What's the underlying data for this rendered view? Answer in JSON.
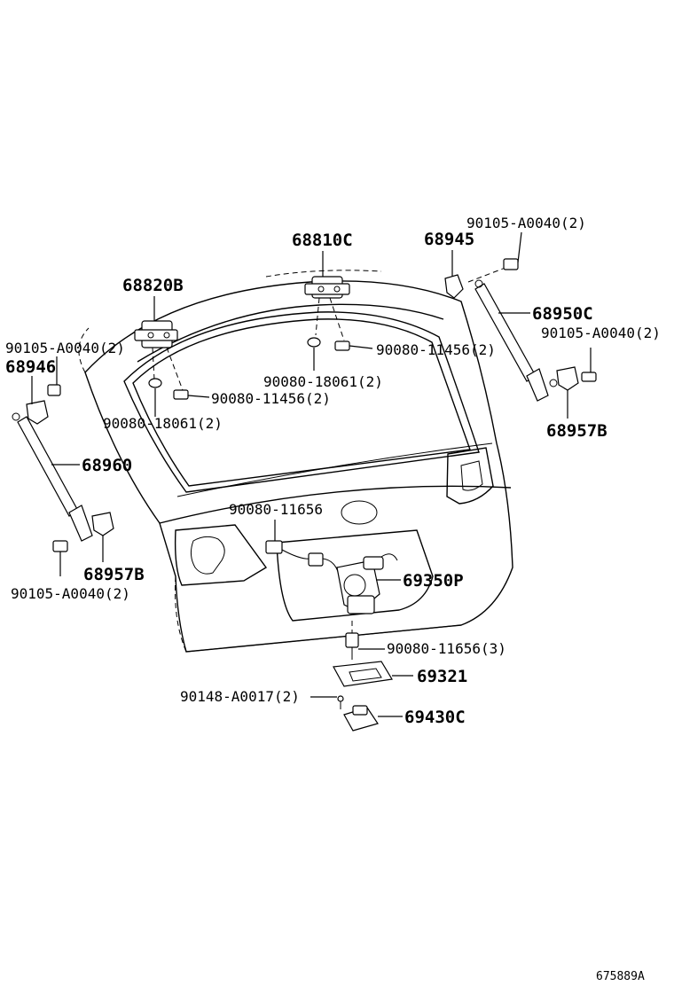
{
  "labels": {
    "p68810C": "68810C",
    "p68945": "68945",
    "p90105_top_right": "90105-A0040(2)",
    "p68820B": "68820B",
    "p68950C": "68950C",
    "p90105_right_mid": "90105-A0040(2)",
    "p90105_left_top": "90105-A0040(2)",
    "p90080_11456_right": "90080-11456(2)",
    "p68946": "68946",
    "p90080_18061_mid": "90080-18061(2)",
    "p90080_11456_left": "90080-11456(2)",
    "p68957B_right": "68957B",
    "p90080_18061_left": "90080-18061(2)",
    "p68960": "68960",
    "p90080_11656": "90080-11656",
    "p68957B_left": "68957B",
    "p69350P": "69350P",
    "p90105_left_bottom": "90105-A0040(2)",
    "p90080_11656_3": "90080-11656(3)",
    "p69321": "69321",
    "p90148": "90148-A0017(2)",
    "p69430C": "69430C",
    "diagram_id": "675889A"
  }
}
